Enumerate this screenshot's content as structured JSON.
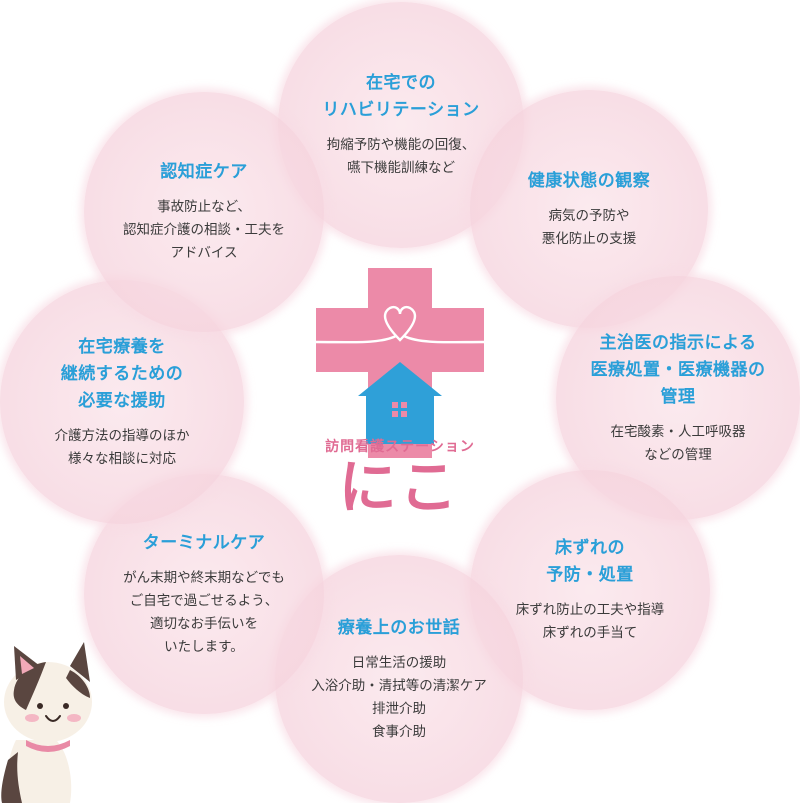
{
  "center": {
    "label": "訪問看護ステーション",
    "name": "にこ"
  },
  "services": [
    {
      "title": "在宅での\nリハビリテーション",
      "text": "拘縮予防や機能の回復、\n嚥下機能訓練など"
    },
    {
      "title": "健康状態の観察",
      "text": "病気の予防や\n悪化防止の支援"
    },
    {
      "title": "主治医の指示による\n医療処置・医療機器の\n管理",
      "text": "在宅酸素・人工呼吸器\nなどの管理"
    },
    {
      "title": "床ずれの\n予防・処置",
      "text": "床ずれ防止の工夫や指導\n床ずれの手当て"
    },
    {
      "title": "療養上のお世話",
      "text": "日常生活の援助\n入浴介助・清拭等の清潔ケア\n排泄介助\n食事介助"
    },
    {
      "title": "ターミナルケア",
      "text": "がん末期や終末期などでも\nご自宅で過ごせるよう、\n適切なお手伝いを\nいたします。"
    },
    {
      "title": "在宅療養を\n継続するための\n必要な援助",
      "text": "介護方法の指導のほか\n様々な相談に対応"
    },
    {
      "title": "認知症ケア",
      "text": "事故防止など、\n認知症介護の相談・工夫を\nアドバイス"
    }
  ],
  "colors": {
    "title": "#2a9fd8",
    "body_text": "#3b3b3b",
    "brand_pink": "#e06b93",
    "cross_pink": "#ec8aa8",
    "house_blue": "#2fa0d8",
    "circle_fill": "#f7d9e2"
  },
  "icons": [
    "medical-cross-icon",
    "heart-ribbon-icon",
    "house-icon",
    "cat-illustration"
  ]
}
